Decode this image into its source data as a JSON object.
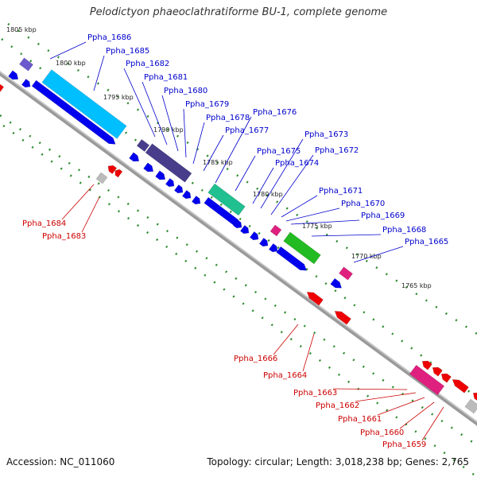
{
  "header": {
    "title": "Pelodictyon phaeoclathratiforme BU-1, complete genome"
  },
  "footer": {
    "accession": "Accession: NC_011060",
    "summary": "Topology: circular; Length: 3,018,238 bp; Genes: 2,765"
  },
  "colors": {
    "backbone": "#8c8c8c",
    "tick": "#2e8b2e",
    "cds_forward": "#0000ee",
    "cds_reverse": "#ee0000",
    "label_forward": "#0000cc",
    "label_reverse": "#cc0000",
    "cog_cyan": "#00bfff",
    "cog_purple": "#483d8b",
    "cog_teal": "#20c090",
    "cog_magenta": "#e0207f",
    "cog_green": "#22bb22",
    "cog_gray": "#bbbbbb"
  },
  "scale_labels": [
    "1805 kbp",
    "1800 kbp",
    "1795 kbp",
    "1790 kbp",
    "1785 kbp",
    "1780 kbp",
    "1775 kbp",
    "1770 kbp",
    "1765 kbp"
  ],
  "forward_genes": [
    "Ppha_1686",
    "Ppha_1685",
    "Ppha_1682",
    "Ppha_1681",
    "Ppha_1680",
    "Ppha_1679",
    "Ppha_1678",
    "Ppha_1677",
    "Ppha_1676",
    "Ppha_1675",
    "Ppha_1674",
    "Ppha_1673",
    "Ppha_1672",
    "Ppha_1671",
    "Ppha_1670",
    "Ppha_1669",
    "Ppha_1668",
    "Ppha_1665"
  ],
  "reverse_genes": [
    "Ppha_1684",
    "Ppha_1683",
    "Ppha_1666",
    "Ppha_1664",
    "Ppha_1663",
    "Ppha_1662",
    "Ppha_1661",
    "Ppha_1660",
    "Ppha_1659"
  ]
}
